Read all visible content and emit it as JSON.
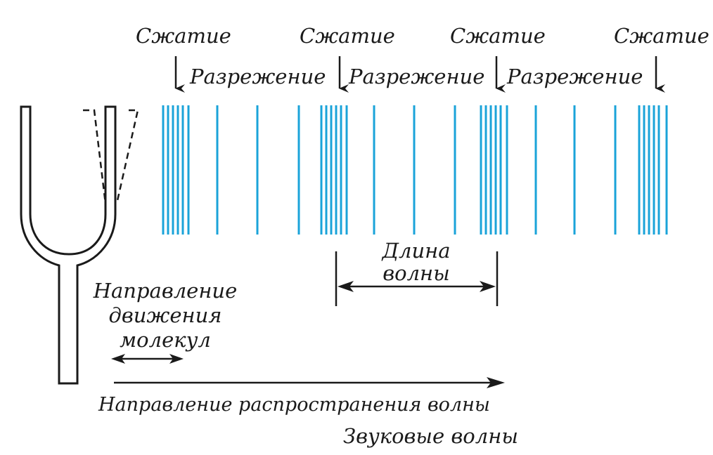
{
  "labels": {
    "compression": "Сжатие",
    "rarefaction": "Разрежение",
    "wavelength": [
      "Длина",
      "волны"
    ],
    "molecule_motion": [
      "Направление",
      "движения",
      "молекул"
    ],
    "propagation": "Направление распространения волны",
    "caption": "Звуковые волны"
  },
  "colors": {
    "wave_lines": "#1aa3d9",
    "ink": "#1a1a1a"
  }
}
